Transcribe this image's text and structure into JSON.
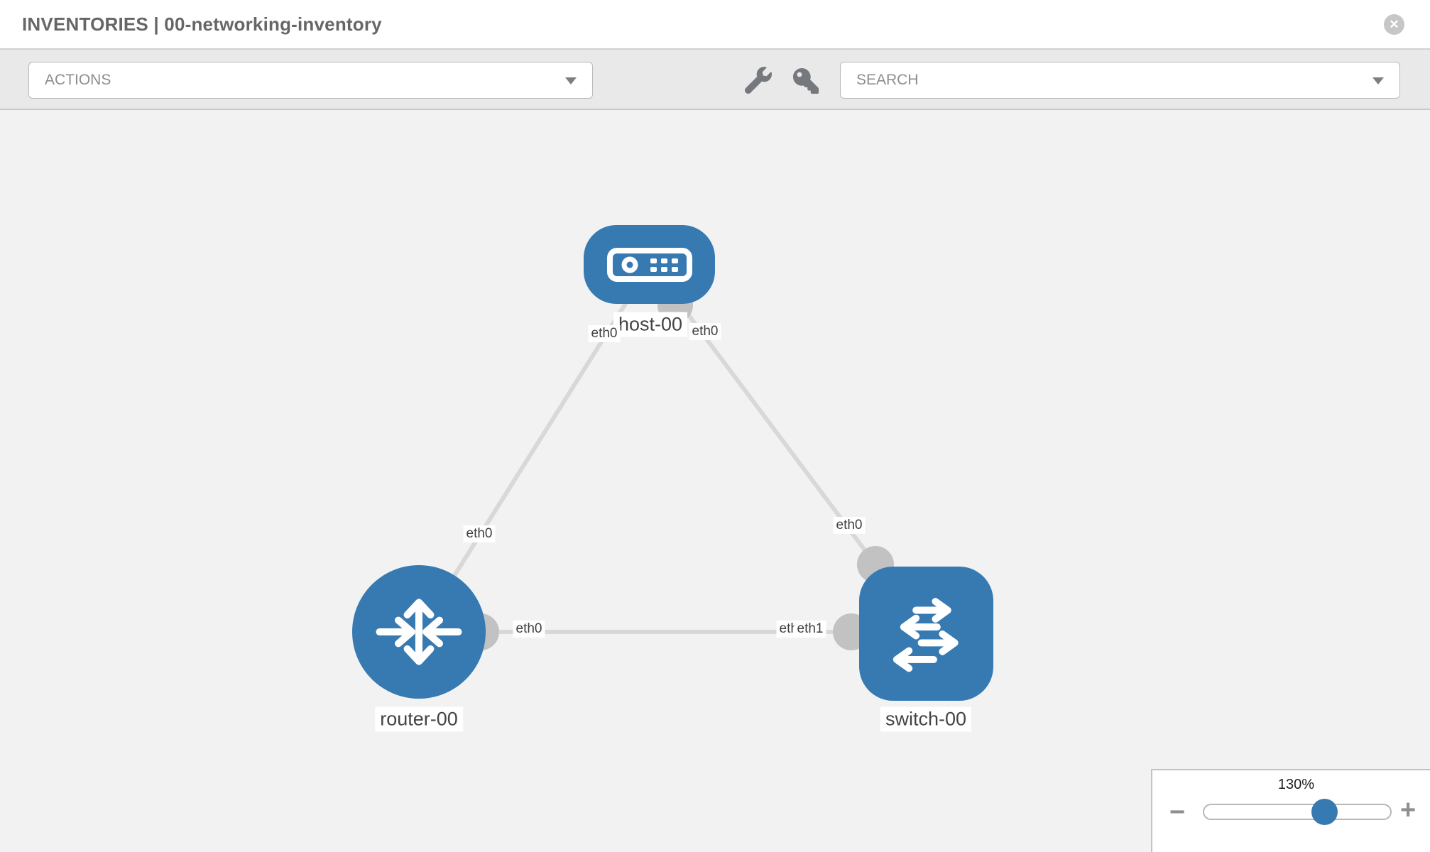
{
  "header": {
    "title": "INVENTORIES | 00-networking-inventory",
    "close_label": "✕"
  },
  "toolbar": {
    "actions_label": "ACTIONS",
    "search_label": "SEARCH",
    "icons": [
      "wrench-icon",
      "key-icon"
    ]
  },
  "topology": {
    "nodes": [
      {
        "id": "host-00",
        "label": "host-00",
        "type": "host",
        "shape": "rounded-rect",
        "icon": "server-icon"
      },
      {
        "id": "router-00",
        "label": "router-00",
        "type": "router",
        "shape": "circle",
        "icon": "router-arrows-icon"
      },
      {
        "id": "switch-00",
        "label": "switch-00",
        "type": "switch",
        "shape": "rounded-square",
        "icon": "switch-arrows-icon"
      }
    ],
    "links": [
      {
        "from": "host-00",
        "to": "router-00",
        "from_iface": "eth0",
        "to_iface": "eth0"
      },
      {
        "from": "host-00",
        "to": "switch-00",
        "from_iface": "eth0",
        "to_iface": "eth0"
      },
      {
        "from": "router-00",
        "to": "switch-00",
        "from_iface": "eth0",
        "to_iface": "eth1"
      }
    ],
    "iface_labels": [
      "eth0",
      "eth0",
      "eth0",
      "eth0",
      "eth0",
      "eth0",
      "eth1"
    ]
  },
  "zoom_control": {
    "value_label": "130%",
    "percent": 130,
    "minus_label": "−",
    "plus_label": "+"
  },
  "colors": {
    "node_blue": "#377ab2",
    "link_gray": "#d8d8d8",
    "dot_gray": "#c2c2c2",
    "canvas_bg": "#f2f2f2",
    "toolbar_bg": "#e9e9e9"
  }
}
